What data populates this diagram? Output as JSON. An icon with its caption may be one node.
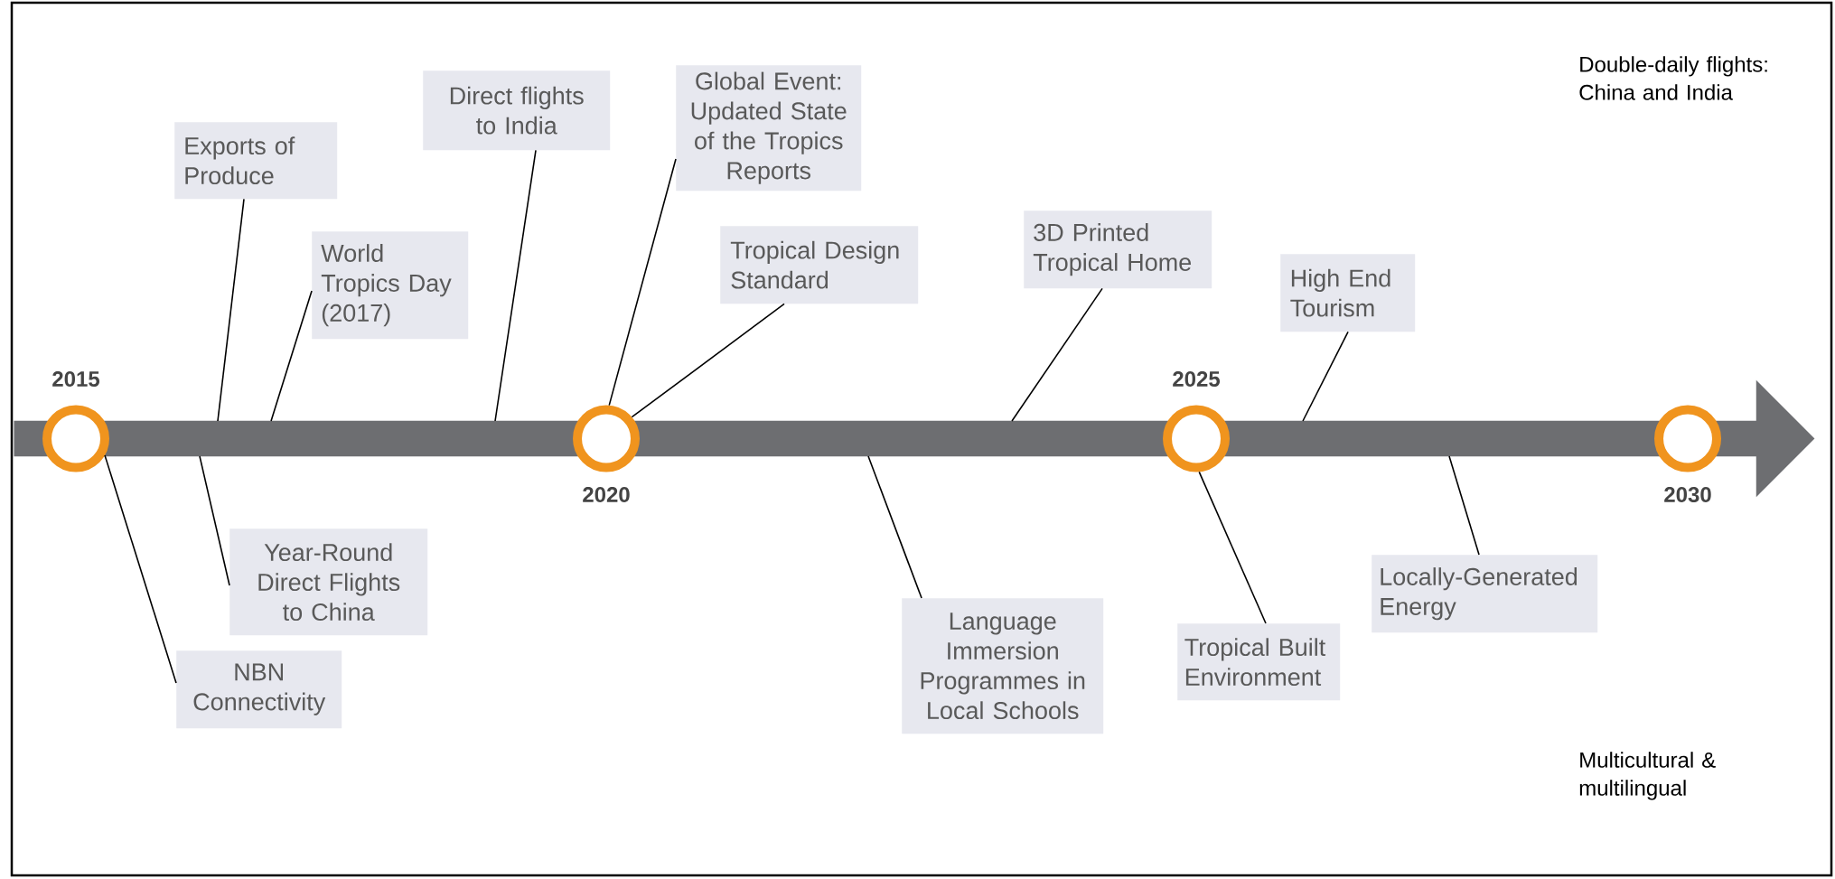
{
  "diagram": {
    "nodes": [
      {
        "text": [],
        "shape": "arrow"
      },
      {
        "text": [],
        "shape": "circle",
        "in": 0,
        "beside": [
          "2015"
        ]
      },
      {
        "text": [],
        "shape": "circle",
        "in": 0,
        "beside": [
          "2020"
        ]
      },
      {
        "text": [],
        "shape": "circle",
        "in": 0,
        "beside": [
          "2025"
        ]
      },
      {
        "text": [],
        "shape": "circle",
        "in": 0,
        "beside": [
          "2030"
        ]
      },
      {
        "text": [
          "Exports of Produce"
        ]
      },
      {
        "text": [
          "Year-Round Direct Flights to China"
        ]
      },
      {
        "text": [
          "NBN Connectivity"
        ]
      },
      {
        "text": [
          "World Tropics Day (2017)"
        ]
      },
      {
        "text": [
          "Direct flights to India"
        ]
      },
      {
        "text": [
          "Global Event: Updated State of the Tropics Reports"
        ]
      },
      {
        "text": [
          "Tropical Design Standard"
        ]
      },
      {
        "text": [
          "Language Immersion Programmes in Local Schools"
        ]
      },
      {
        "text": [
          "3D Printed Tropical Home"
        ]
      },
      {
        "text": [
          "Tropical Built Environment"
        ]
      },
      {
        "text": [
          "High End Tourism"
        ]
      },
      {
        "text": [
          "Locally-Generated Energy"
        ]
      }
    ],
    "edges": [
      {
        "from": 5,
        "to": 0,
        "arrow": "none"
      },
      {
        "from": 8,
        "to": 0,
        "arrow": "none"
      },
      {
        "from": 9,
        "to": 0,
        "arrow": "none"
      },
      {
        "from": 10,
        "to": 2,
        "arrow": "none"
      },
      {
        "from": 11,
        "to": 2,
        "arrow": "none"
      },
      {
        "from": 13,
        "to": 0,
        "arrow": "none"
      },
      {
        "from": 15,
        "to": 0,
        "arrow": "none"
      },
      {
        "from": 6,
        "to": 0,
        "arrow": "none"
      },
      {
        "from": 7,
        "to": 1,
        "arrow": "none"
      },
      {
        "from": 12,
        "to": 0,
        "arrow": "none"
      },
      {
        "from": 14,
        "to": 3,
        "arrow": "none"
      },
      {
        "from": 16,
        "to": 0,
        "arrow": "none"
      }
    ],
    "labels": [
      "Double-daily flights: China and India",
      "Multicultural & multilingual"
    ]
  }
}
